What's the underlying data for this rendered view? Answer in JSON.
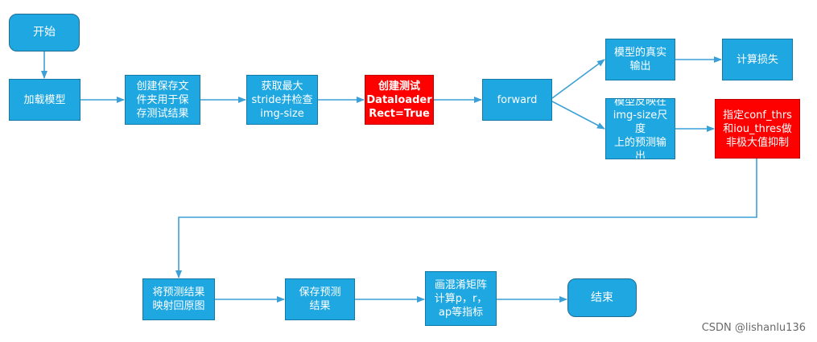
{
  "nodes": {
    "start": "开始",
    "load_model": "加载模型",
    "create_folder": "创建保存文\n件夹用于保\n存测试结果",
    "get_stride": "获取最大\nstride并检查\nimg-size",
    "create_loader": "创建测试\nDataloader\nRect=True",
    "forward": "forward",
    "real_output": "模型的真实\n输出",
    "compute_loss": "计算损失",
    "pred_output": "模型反映在\nimg-size尺度\n上的预测输\n出",
    "nms": "指定conf_thrs\n和iou_thres做\n非极大值抑制",
    "map_back": "将预测结果\n映射回原图",
    "save_result": "保存预测\n结果",
    "confusion": "画混淆矩阵\n计算p，r，\nap等指标",
    "end": "结束"
  },
  "watermark": "CSDN @lishanlu136",
  "colors": {
    "box": "#1ea7e1",
    "highlight": "#ff0000",
    "arrow": "#3aa0d8"
  }
}
